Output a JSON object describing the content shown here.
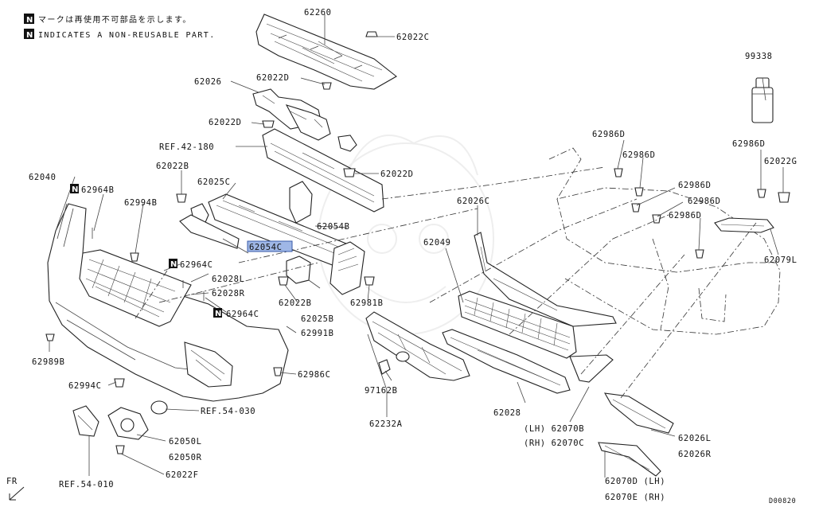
{
  "legend": [
    {
      "badge": "N",
      "text": "マークは再使用不可部品を示します。"
    },
    {
      "badge": "N",
      "text": "INDICATES A NON-REUSABLE PART."
    }
  ],
  "diagram_code": "D00820",
  "direction_label": "FR",
  "highlighted_part": "62054C",
  "labels": {
    "p62260": "62260",
    "p62022C": "62022C",
    "p62026": "62026",
    "p62022D_a": "62022D",
    "p62022D_b": "62022D",
    "p62022D_c": "62022D",
    "ref42_180": "REF.42-180",
    "p62040": "62040",
    "p62964B": "62964B",
    "p62022B": "62022B",
    "p62025C": "62025C",
    "p62994B": "62994B",
    "p62054B": "62054B",
    "p62054C": "62054C",
    "p62964C_a": "62964C",
    "p62028L": "62028L",
    "p62028R": "62028R",
    "p62964C_b": "62964C",
    "p62022B_b": "62022B",
    "p62025B": "62025B",
    "p62981B": "62981B",
    "p62991B": "62991B",
    "p62989B": "62989B",
    "p62994C": "62994C",
    "p62986C": "62986C",
    "ref54_030": "REF.54-030",
    "p62050L": "62050L",
    "p62050R": "62050R",
    "p62022F": "62022F",
    "ref54_010": "REF.54-010",
    "p62026C": "62026C",
    "p62049": "62049",
    "p97162B": "97162B",
    "p62232A": "62232A",
    "p62028": "62028",
    "p62070B": "(LH) 62070B",
    "p62070C": "(RH) 62070C",
    "p62026L": "62026L",
    "p62026R": "62026R",
    "p62070D": "62070D (LH)",
    "p62070E": "62070E (RH)",
    "p99338": "99338",
    "p62986D_1": "62986D",
    "p62986D_2": "62986D",
    "p62986D_3": "62986D",
    "p62986D_4": "62986D",
    "p62986D_5": "62986D",
    "p62986D_6": "62986D",
    "p62022G": "62022G",
    "p62079L": "62079L"
  }
}
